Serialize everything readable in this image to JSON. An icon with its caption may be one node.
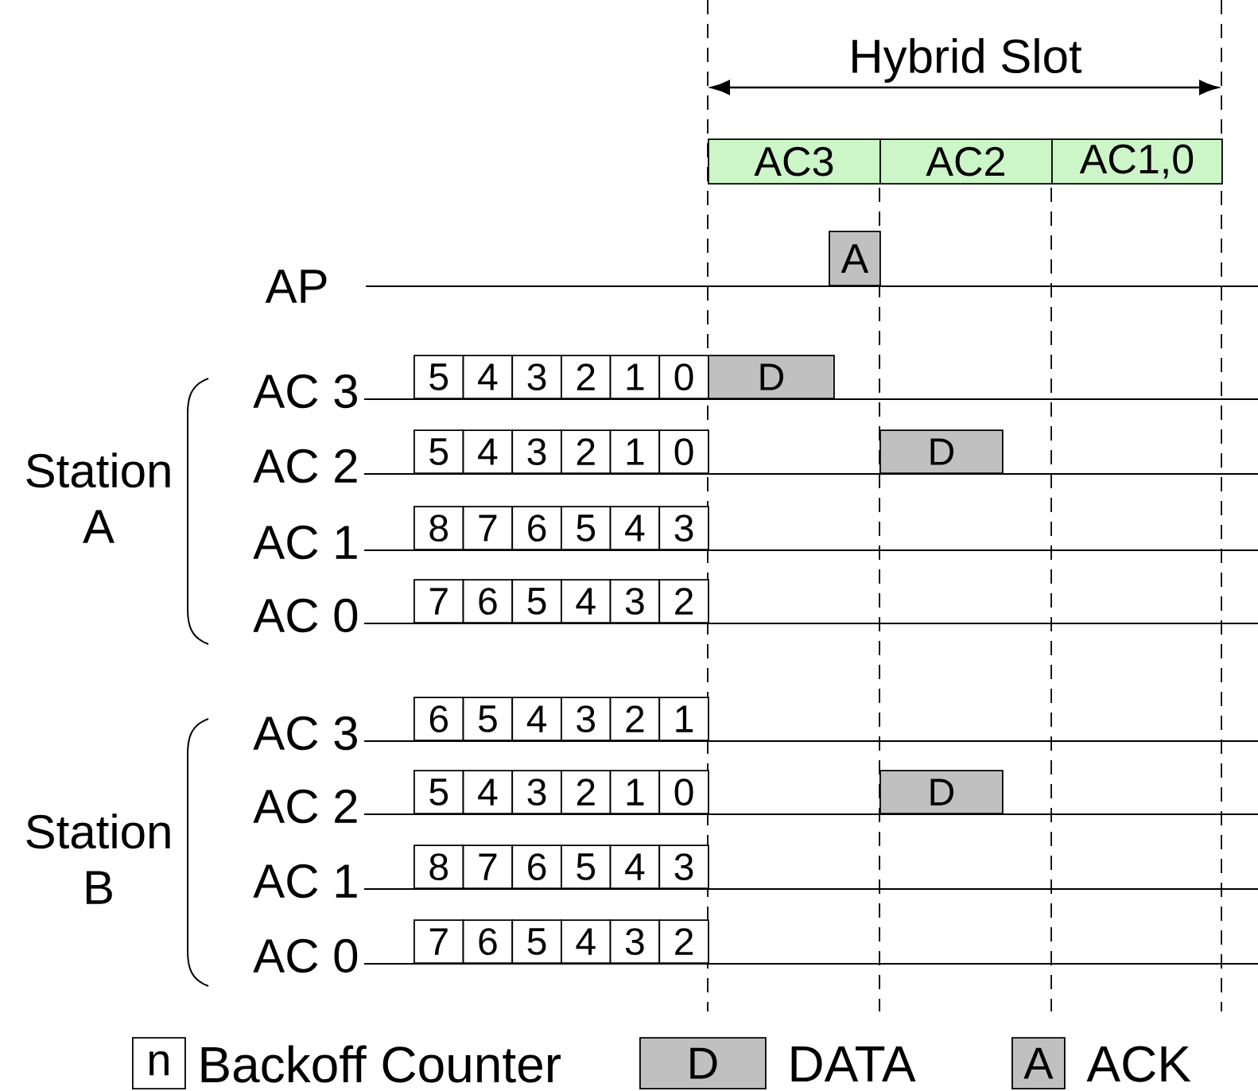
{
  "diagram": {
    "nodes": [
      {
        "text": [
          "AC3"
        ]
      },
      {
        "text": [
          "AC2"
        ]
      },
      {
        "text": [
          "AC1,0"
        ]
      },
      {
        "text": [
          "A"
        ]
      },
      {
        "text": [
          "5"
        ]
      },
      {
        "text": [
          "4"
        ]
      },
      {
        "text": [
          "3"
        ]
      },
      {
        "text": [
          "2"
        ]
      },
      {
        "text": [
          "1"
        ]
      },
      {
        "text": [
          "0"
        ]
      },
      {
        "text": [
          "D"
        ]
      },
      {
        "text": [
          "5"
        ]
      },
      {
        "text": [
          "4"
        ]
      },
      {
        "text": [
          "3"
        ]
      },
      {
        "text": [
          "2"
        ]
      },
      {
        "text": [
          "1"
        ]
      },
      {
        "text": [
          "0"
        ]
      },
      {
        "text": [
          "D"
        ]
      },
      {
        "text": [
          "8"
        ]
      },
      {
        "text": [
          "7"
        ]
      },
      {
        "text": [
          "6"
        ]
      },
      {
        "text": [
          "5"
        ]
      },
      {
        "text": [
          "4"
        ]
      },
      {
        "text": [
          "3"
        ]
      },
      {
        "text": [
          "7"
        ]
      },
      {
        "text": [
          "6"
        ]
      },
      {
        "text": [
          "5"
        ]
      },
      {
        "text": [
          "4"
        ]
      },
      {
        "text": [
          "3"
        ]
      },
      {
        "text": [
          "2"
        ]
      },
      {
        "text": [
          "6"
        ]
      },
      {
        "text": [
          "5"
        ]
      },
      {
        "text": [
          "4"
        ]
      },
      {
        "text": [
          "3"
        ]
      },
      {
        "text": [
          "2"
        ]
      },
      {
        "text": [
          "1"
        ]
      },
      {
        "text": [
          "5"
        ]
      },
      {
        "text": [
          "4"
        ]
      },
      {
        "text": [
          "3"
        ]
      },
      {
        "text": [
          "2"
        ]
      },
      {
        "text": [
          "1"
        ]
      },
      {
        "text": [
          "0"
        ]
      },
      {
        "text": [
          "D"
        ]
      },
      {
        "text": [
          "8"
        ]
      },
      {
        "text": [
          "7"
        ]
      },
      {
        "text": [
          "6"
        ]
      },
      {
        "text": [
          "5"
        ]
      },
      {
        "text": [
          "4"
        ]
      },
      {
        "text": [
          "3"
        ]
      },
      {
        "text": [
          "7"
        ]
      },
      {
        "text": [
          "6"
        ]
      },
      {
        "text": [
          "5"
        ]
      },
      {
        "text": [
          "4"
        ]
      },
      {
        "text": [
          "3"
        ]
      },
      {
        "text": [
          "2"
        ]
      }
    ],
    "labels": [
      "Hybrid Slot",
      "AP",
      "Station A",
      "AC 3",
      "AC 2",
      "AC 1",
      "AC 0",
      "Station B",
      "AC 3",
      "AC 2",
      "AC 1",
      "AC 0",
      "n",
      "D",
      "A"
    ],
    "legend": [
      {
        "text": "Backoff Counter"
      },
      {
        "text": "DATA"
      },
      {
        "text": "ACK"
      }
    ]
  }
}
